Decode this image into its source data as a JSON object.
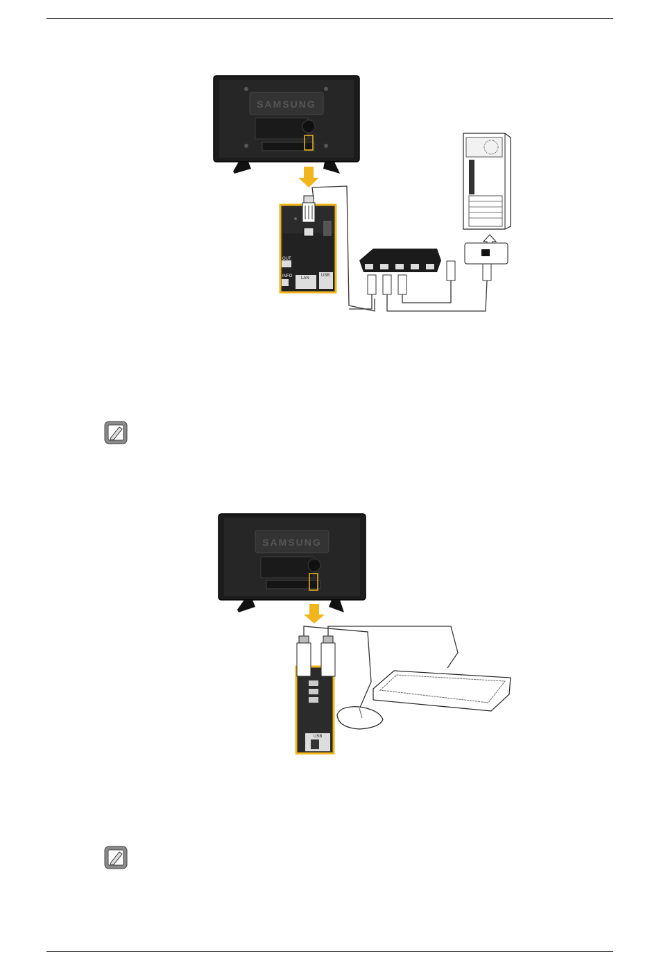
{
  "figure1": {
    "tv_brand": "SAMSUNG",
    "port_labels": [
      "OUT",
      "INFO",
      "LAN",
      "USB"
    ],
    "description": ""
  },
  "figure2": {
    "tv_brand": "SAMSUNG",
    "port_labels": [
      "USB"
    ]
  },
  "colors": {
    "highlight": "#f2b51c",
    "tv_body": "#1c1c1c",
    "line": "#333333"
  },
  "icons": [
    "note-icon",
    "note-icon"
  ]
}
